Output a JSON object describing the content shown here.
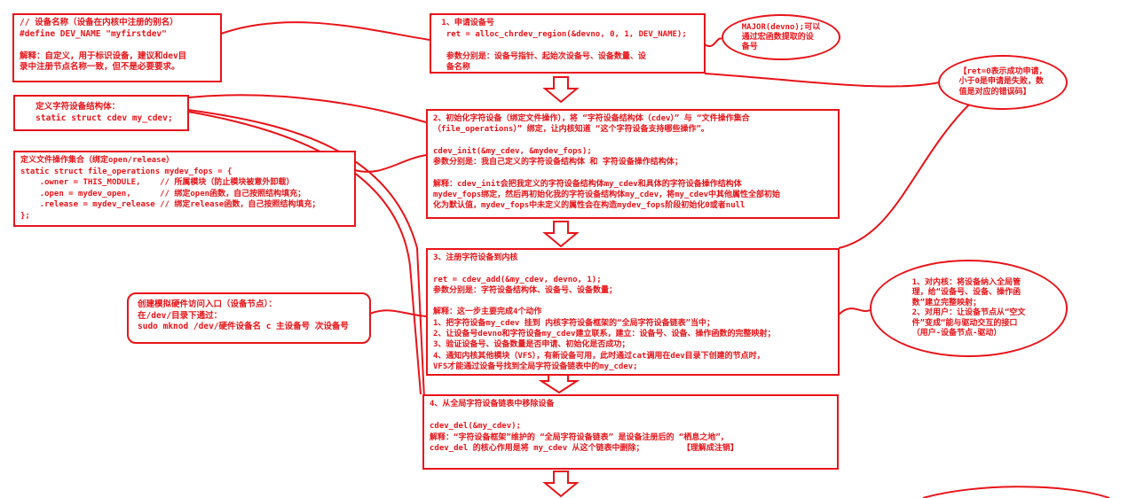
{
  "define_box": {
    "text": "// 设备名称（设备在内核中注册的别名）\n#define DEV_NAME \"myfirstdev\"\n\n解释：自定义，用于标识设备，建议和dev目\n录中注册节点名称一致，但不是必要要求。"
  },
  "struct_box": {
    "text": "   定义字符设备结构体：\n   static struct cdev my_cdev;"
  },
  "fops_box": {
    "text": "定义文件操作集合（绑定open/release）\nstatic struct file_operations mydev_fops = {\n    .owner = THIS_MODULE,    // 所属模块（防止模块被意外卸载）\n    .open = mydev_open,      // 绑定open函数，自己按照结构填充；\n    .release = mydev_release // 绑定release函数，自己按照结构填充；\n};"
  },
  "mknod_box": {
    "text": "创建模拟硬件访问入口（设备节点）：\n在/dev/目录下通过：\nsudo mknod /dev/硬件设备名 c 主设备号 次设备号"
  },
  "step1": {
    "text": " 1、申请设备号\n  ret = alloc_chrdev_region(&devno, 0, 1, DEV_NAME);\n\n  参数分别是：设备号指针、起始次设备号、设备数量、设\n  备名称"
  },
  "step2": {
    "text": "2、初始化字符设备（绑定文件操作），将 “字符设备结构体（cdev）” 与 “文件操作集合\n（file_operations）” 绑定，让内核知道 “这个字符设备支持哪些操作”。\n\ncdev_init(&my_cdev, &mydev_fops);\n参数分别是：我自己定义的字符设备结构体 和 字符设备操作结构体；\n\n解释：cdev_init会把我定义的字符设备结构体my_cdev和具体的字符设备操作结构体\nmydev_fops绑定，然后再初始化我的字符设备结构体my_cdev，将my_cdev中其他属性全部初始\n化为默认值，mydev_fops中未定义的属性会在构造mydev_fops阶段初始化0或者null"
  },
  "step3": {
    "text": "3、注册字符设备到内核\n\nret = cdev_add(&my_cdev, devno, 1);\n参数分别是：字符设备结构体、设备号、设备数量；\n\n解释：这一步主要完成4个动作\n1、把字符设备my_cdev 挂到 内核字符设备框架的“全局字符设备链表”当中；\n2、让设备号devno和字符设备my_cdev建立联系，建立：设备号、设备、操作函数的完整映射；\n3、验证设备号、设备数量是否申请、初始化是否成功；\n4、通知内核其他模块（VFS），有新设备可用，此时通过cat调用在dev目录下创建的节点时，\nVFS才能通过设备号找到全局字符设备链表中的my_cdev;"
  },
  "step4": {
    "text": "4、从全局字符设备链表中移除设备\n\ncdev_del(&my_cdev);\n解释：“字符设备框架”维护的 “全局字符设备链表” 是设备注册后的 “栖息之地”，\ncdev_del 的核心作用是将 my_cdev 从这个链表中删除；        【理解成注销】"
  },
  "note_major": {
    "text": "MAJOR(devno);可以\n通过宏函数提取的设\n备号"
  },
  "note_ret": {
    "text": "【ret=0表示成功申请，\n小于0是申请是失败，数\n值是对应的错误码】"
  },
  "note_register": {
    "text": "1、对内核：将设备纳入全局管\n理，给“设备号、设备、操作函\n数”建立完整映射；\n2、对用户：让设备节点从“空文\n件”变成“能与驱动交互的接口\n（用户-设备节点-驱动）"
  },
  "colors": {
    "stroke": "#e8141a"
  }
}
